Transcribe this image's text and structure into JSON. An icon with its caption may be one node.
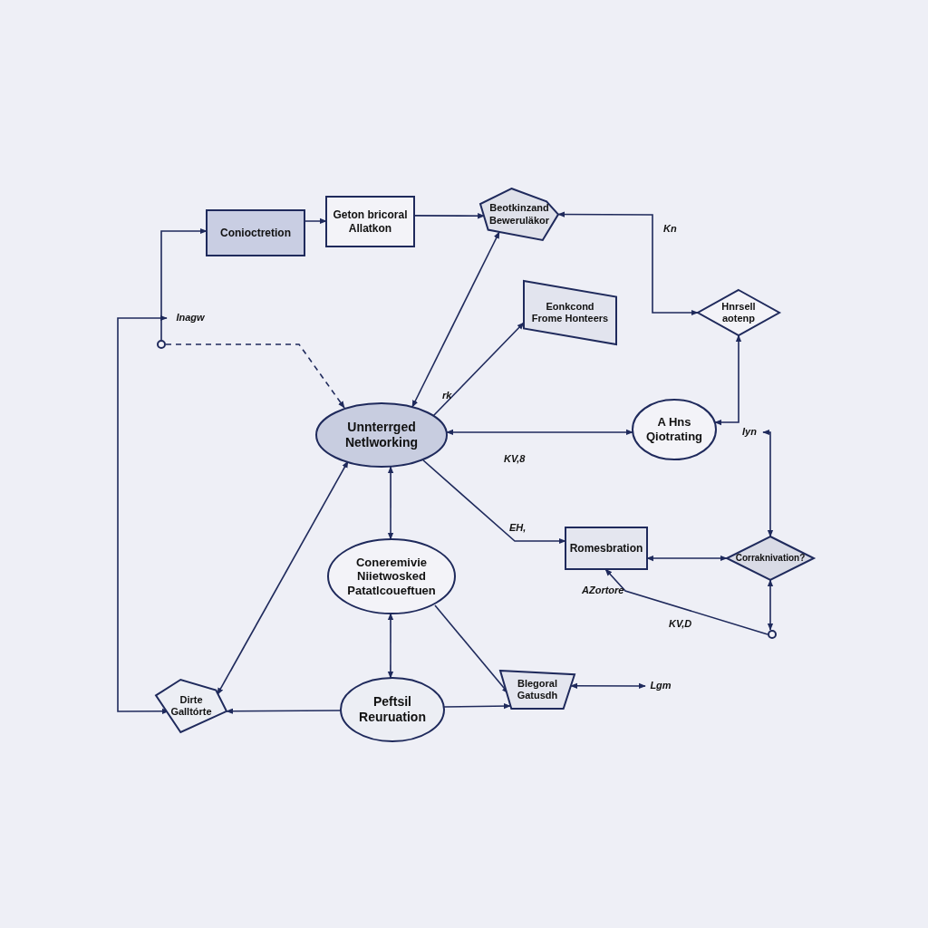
{
  "diagram": {
    "nodes": [
      {
        "text": [
          "Conioctretion"
        ]
      },
      {
        "text": [
          "Geton bricoral Allatkon"
        ]
      },
      {
        "text": [
          "Beotkinzand Beweruläkor"
        ]
      },
      {
        "text": [
          "Eonkcond Frome Honteers"
        ]
      },
      {
        "text": [
          "Hnrsell aotenp"
        ]
      },
      {
        "text": [
          "Unnterrged Netlworking"
        ]
      },
      {
        "text": [
          "A Hns Qiotrating"
        ]
      },
      {
        "text": [
          "Romesbration"
        ]
      },
      {
        "text": [
          "Corraknivation?"
        ]
      },
      {
        "text": [
          "Coneremivie Niietwosked Patatlcoueftuen"
        ]
      },
      {
        "text": [
          "Dirte Galltórte"
        ]
      },
      {
        "text": [
          "Peftsil Reuruation"
        ]
      },
      {
        "text": [
          "Blegoral Gatusdh"
        ]
      },
      {
        "text": [],
        "shape": "circle"
      },
      {
        "text": [],
        "shape": "circle"
      },
      {
        "text": [
          "Iyn"
        ]
      },
      {
        "text": [
          "Lgm"
        ]
      },
      {
        "text": [
          "Inagw"
        ]
      }
    ],
    "edges": [
      {
        "from": 0,
        "to": 1,
        "arrow": "to"
      },
      {
        "from": 1,
        "to": 2,
        "arrow": "to"
      },
      {
        "from": 4,
        "to": 2,
        "arrow": "both"
      },
      {
        "from": 5,
        "to": 2,
        "arrow": "both"
      },
      {
        "from": 5,
        "to": 3,
        "arrow": "to"
      },
      {
        "from": 6,
        "to": 5,
        "arrow": "both"
      },
      {
        "from": 6,
        "to": 4,
        "arrow": "both"
      },
      {
        "from": 15,
        "to": 8,
        "arrow": "both"
      },
      {
        "from": 5,
        "to": 7,
        "arrow": "to"
      },
      {
        "from": 7,
        "to": 8,
        "arrow": "both"
      },
      {
        "from": 8,
        "to": 14,
        "arrow": "both"
      },
      {
        "from": 14,
        "to": 7,
        "arrow": "to"
      },
      {
        "from": 5,
        "to": 9,
        "arrow": "both"
      },
      {
        "from": 9,
        "to": 11,
        "arrow": "both"
      },
      {
        "from": 9,
        "to": 12,
        "arrow": "to"
      },
      {
        "from": 11,
        "to": 12,
        "arrow": "to"
      },
      {
        "from": 11,
        "to": 10,
        "arrow": "to"
      },
      {
        "from": 5,
        "to": 10,
        "arrow": "both"
      },
      {
        "from": 12,
        "to": 16,
        "arrow": "both"
      },
      {
        "from": 10,
        "to": 17,
        "arrow": "both"
      },
      {
        "from": 13,
        "to": 0,
        "arrow": "to"
      },
      {
        "from": 13,
        "to": 5,
        "arrow": "to",
        "style": "dashed"
      }
    ],
    "labels": [
      "Kn",
      "rk",
      "KV,8",
      "EH,",
      "AZortore",
      "KV,D"
    ]
  }
}
